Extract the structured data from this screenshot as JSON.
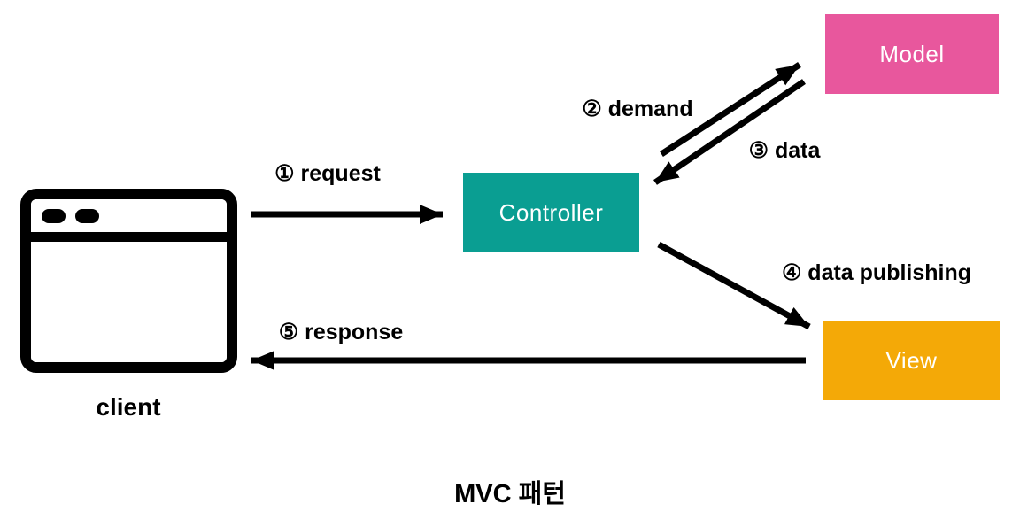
{
  "diagram": {
    "title": "MVC 패턴",
    "nodes": {
      "client": {
        "label": "client"
      },
      "controller": {
        "label": "Controller"
      },
      "model": {
        "label": "Model"
      },
      "view": {
        "label": "View"
      }
    },
    "arrows": {
      "request": {
        "label": "① request",
        "from": "client",
        "to": "controller"
      },
      "demand": {
        "label": "② demand",
        "from": "controller",
        "to": "model"
      },
      "data": {
        "label": "③ data",
        "from": "model",
        "to": "controller"
      },
      "data_publishing": {
        "label": "④ data publishing",
        "from": "controller",
        "to": "view"
      },
      "response": {
        "label": "⑤ response",
        "from": "view",
        "to": "client"
      }
    },
    "colors": {
      "model": "#e8579d",
      "controller": "#0a9e92",
      "view": "#f4a907",
      "arrow": "#000000",
      "box_text": "#ffffff"
    }
  }
}
